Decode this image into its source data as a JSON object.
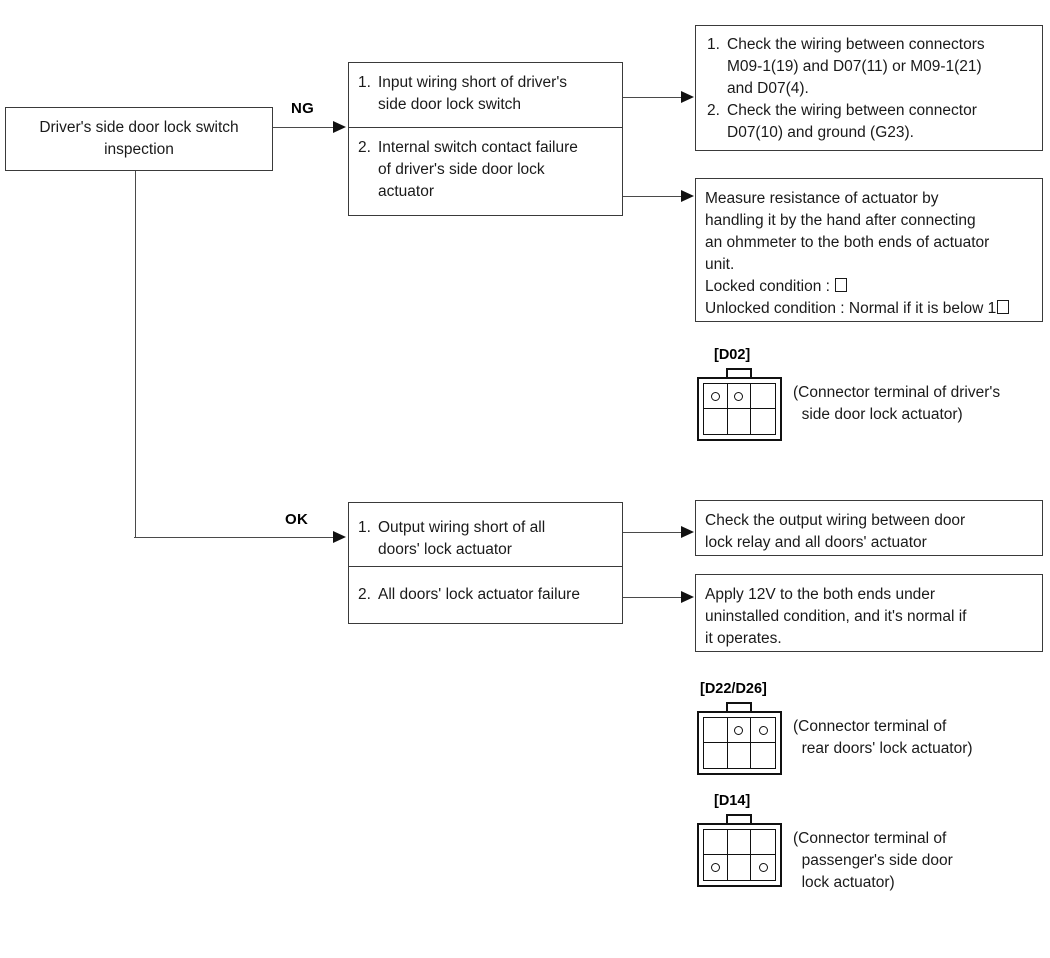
{
  "diagram": {
    "title": "Driver's side door lock switch inspection flowchart",
    "type": "troubleshooting-flowchart",
    "line_color": "#4a4a4a",
    "box_border_color": "#3a3a3a",
    "text_color": "#1a1a1a",
    "background": "#ffffff"
  },
  "start": {
    "label_line1": "Driver's side door lock switch",
    "label_line2": "inspection"
  },
  "branches": {
    "ng_label": "NG",
    "ok_label": "OK"
  },
  "ng_causes": [
    {
      "number": "1.",
      "text": "Input wiring short of driver's\nside door lock switch"
    },
    {
      "number": "2.",
      "text": "Internal switch contact failure\nof driver's side door lock\nactuator"
    }
  ],
  "ng_actions": [
    {
      "items": [
        {
          "number": "1.",
          "text": "Check the wiring between connectors\nM09-1(19) and D07(11) or M09-1(21)\nand D07(4)."
        },
        {
          "number": "2.",
          "text": "Check the wiring between connector\nD07(10) and ground (G23)."
        }
      ]
    },
    {
      "paragraph_line1": "Measure resistance of actuator by",
      "paragraph_line2": "handling it by the hand after connecting",
      "paragraph_line3": "an ohmmeter to the both ends of actuator",
      "paragraph_line4": "unit.",
      "locked_label": "Locked condition : ",
      "locked_value": "",
      "unlocked_label": "Unlocked condition : Normal if it is below 1",
      "unlocked_value": ""
    }
  ],
  "ok_causes": [
    {
      "number": "1.",
      "text": "Output wiring short of all\ndoors' lock actuator"
    },
    {
      "number": "2.",
      "text": "All doors' lock actuator failure"
    }
  ],
  "ok_actions": [
    {
      "text": "Check the output wiring between door\nlock relay and all doors' actuator"
    },
    {
      "text": "Apply 12V to the both ends under\nuninstalled condition, and it's normal if\nit operates."
    }
  ],
  "connectors": [
    {
      "id": "D02",
      "label": "[D02]",
      "caption_line1": "(Connector terminal of driver's",
      "caption_line2": "  side door lock actuator)",
      "pins": [
        true,
        true,
        false,
        false,
        false,
        false
      ]
    },
    {
      "id": "D22/D26",
      "label": "[D22/D26]",
      "caption_line1": "(Connector terminal of",
      "caption_line2": "  rear doors' lock actuator)",
      "pins": [
        false,
        true,
        true,
        false,
        false,
        false
      ]
    },
    {
      "id": "D14",
      "label": "[D14]",
      "caption_line1": "(Connector terminal of",
      "caption_line2": "  passenger's side door",
      "caption_line3": "  lock actuator)",
      "pins": [
        false,
        false,
        false,
        true,
        false,
        true
      ]
    }
  ]
}
